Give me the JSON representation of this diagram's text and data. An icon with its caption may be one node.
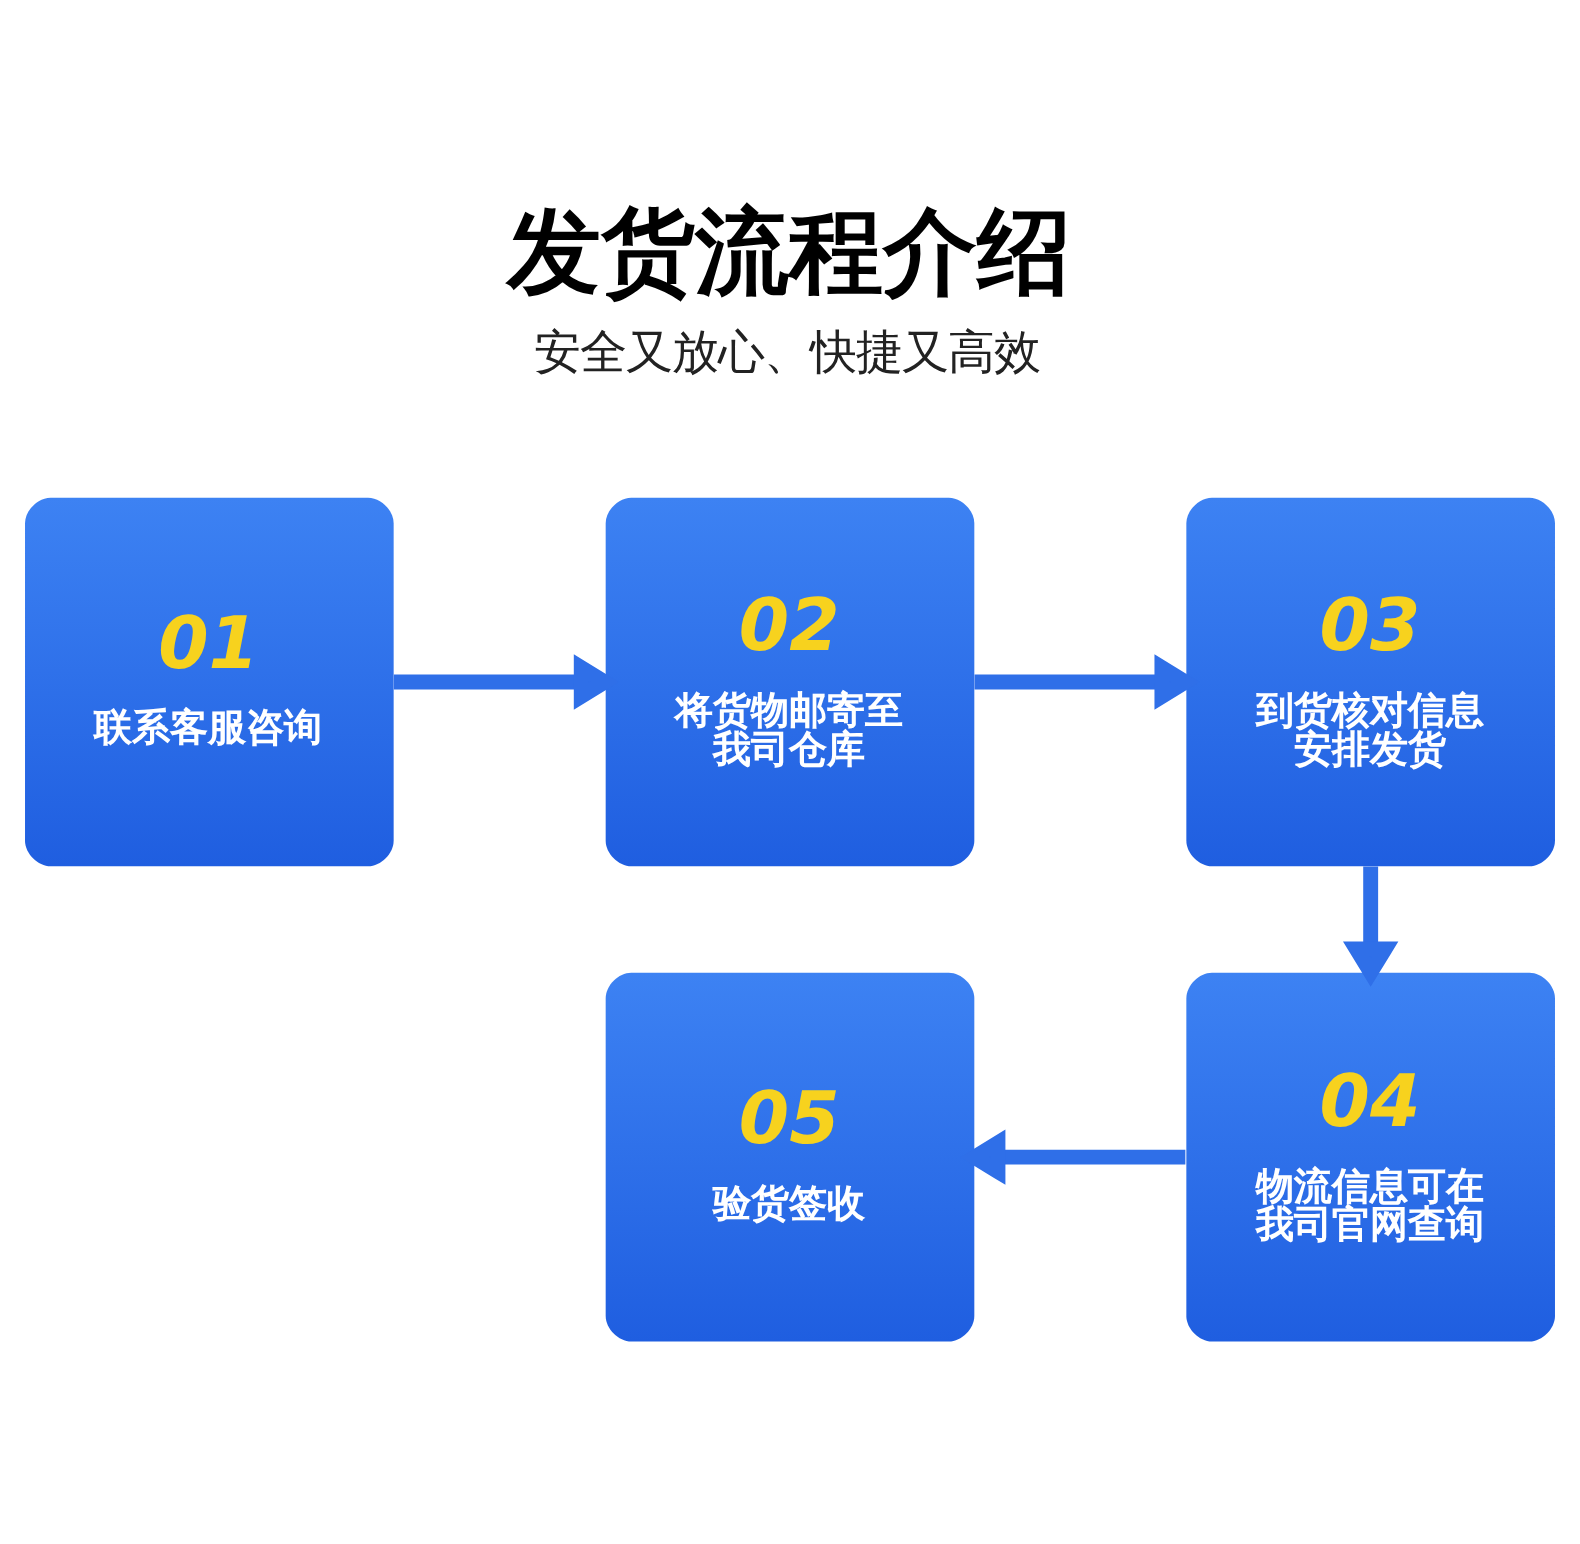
{
  "diagram": {
    "title": "发货流程介绍",
    "nodes": [
      {
        "text": [
          "01",
          "联系客服咨询"
        ]
      },
      {
        "text": [
          "02",
          "将货物邮寄至我司仓库"
        ]
      },
      {
        "text": [
          "03",
          "到货核对信息安排发货"
        ]
      },
      {
        "text": [
          "04",
          "物流信息可在我司官网查询"
        ]
      },
      {
        "text": [
          "05",
          "验货签收"
        ]
      }
    ],
    "edges": [
      {
        "from": 0,
        "to": 1,
        "arrow": "to"
      },
      {
        "from": 1,
        "to": 2,
        "arrow": "to"
      },
      {
        "from": 2,
        "to": 3,
        "arrow": "to"
      },
      {
        "from": 3,
        "to": 4,
        "arrow": "to"
      }
    ],
    "labels": [
      "安全又放心、快捷又高效"
    ]
  }
}
